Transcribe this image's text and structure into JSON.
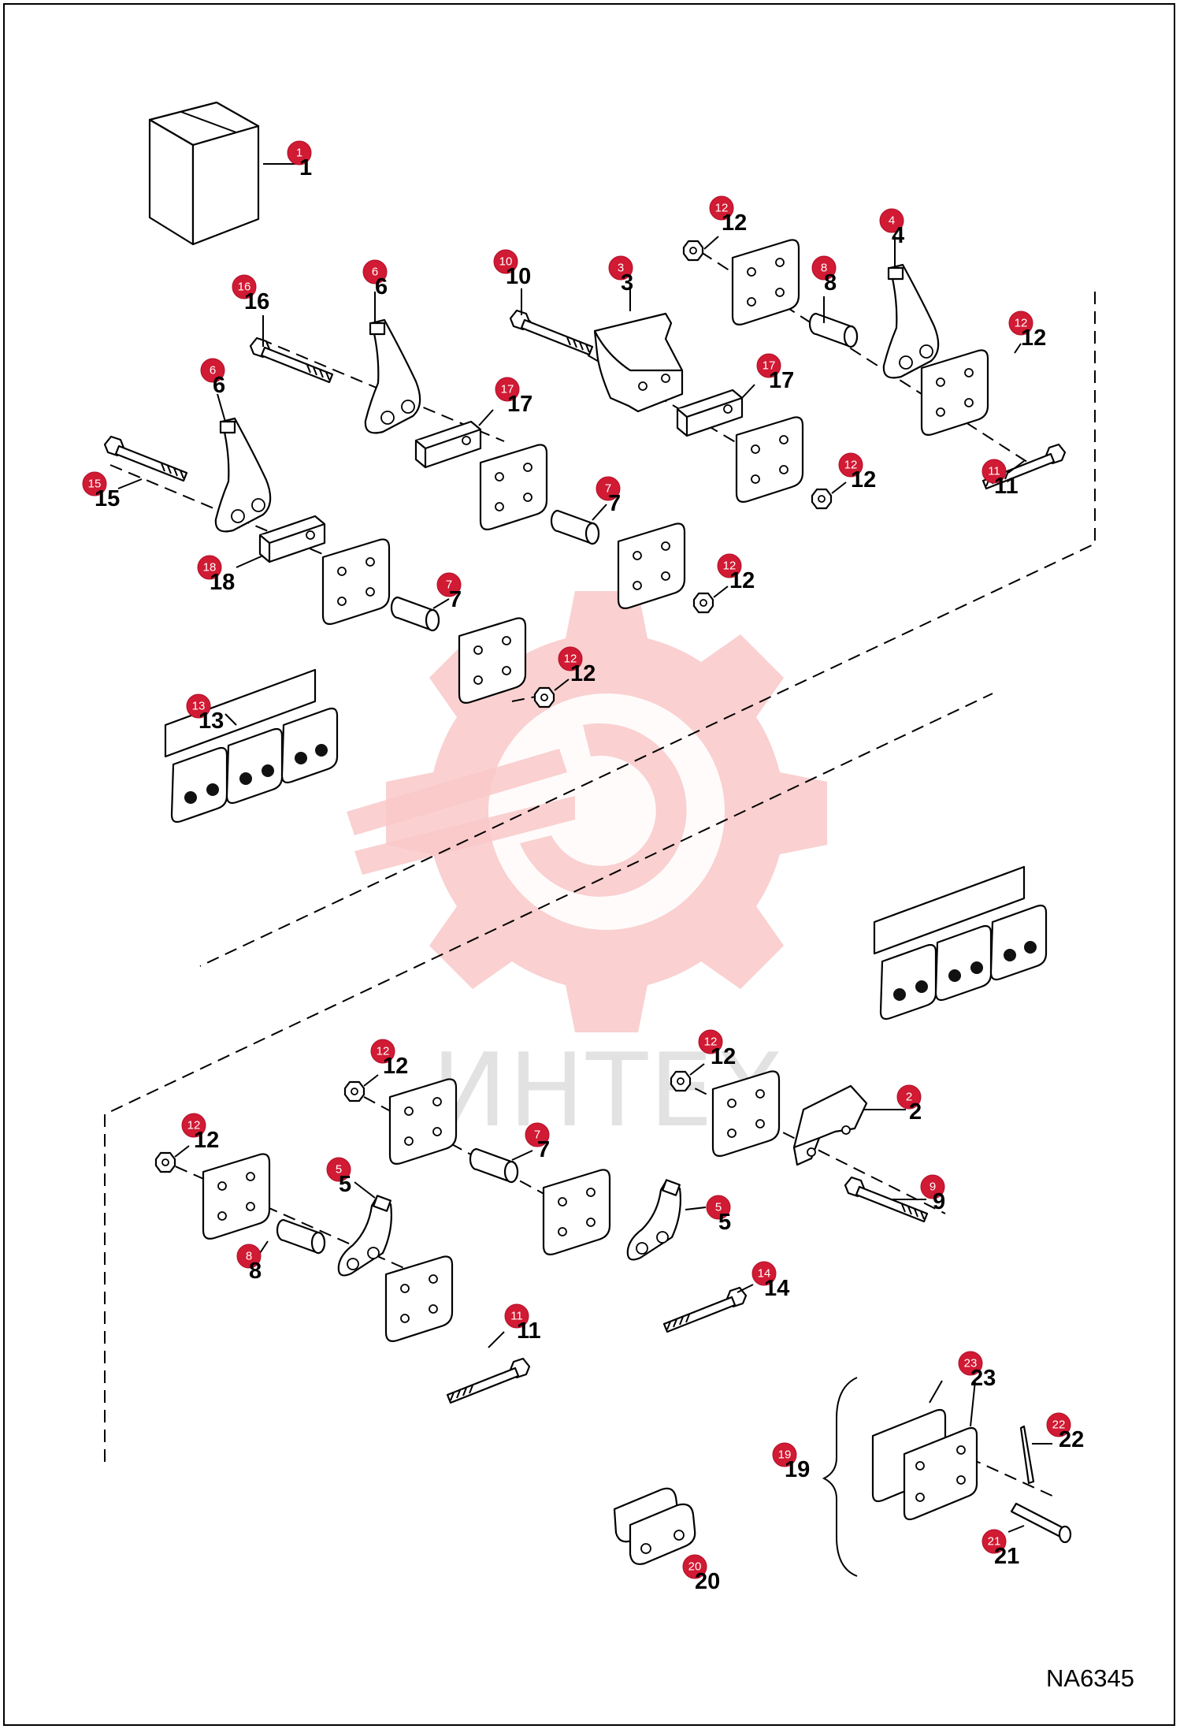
{
  "drawing_code": "NA6345",
  "watermark_text": "ИНТЕХ",
  "colors": {
    "callout_badge": "#d11a33",
    "watermark": "#f9c8c8",
    "line": "#000000"
  },
  "callouts": [
    {
      "id": "c1",
      "badge": "1",
      "label": "1"
    },
    {
      "id": "c2",
      "badge": "2",
      "label": "2"
    },
    {
      "id": "c3",
      "badge": "3",
      "label": "3"
    },
    {
      "id": "c4",
      "badge": "4",
      "label": "4"
    },
    {
      "id": "c5a",
      "badge": "5",
      "label": "5"
    },
    {
      "id": "c5b",
      "badge": "5",
      "label": "5"
    },
    {
      "id": "c6a",
      "badge": "6",
      "label": "6"
    },
    {
      "id": "c6b",
      "badge": "6",
      "label": "6"
    },
    {
      "id": "c7a",
      "badge": "7",
      "label": "7"
    },
    {
      "id": "c7b",
      "badge": "7",
      "label": "7"
    },
    {
      "id": "c7c",
      "badge": "7",
      "label": "7"
    },
    {
      "id": "c8a",
      "badge": "8",
      "label": "8"
    },
    {
      "id": "c8b",
      "badge": "8",
      "label": "8"
    },
    {
      "id": "c9",
      "badge": "9",
      "label": "9"
    },
    {
      "id": "c10",
      "badge": "10",
      "label": "10"
    },
    {
      "id": "c11a",
      "badge": "11",
      "label": "11"
    },
    {
      "id": "c11b",
      "badge": "11",
      "label": "11"
    },
    {
      "id": "c12a",
      "badge": "12",
      "label": "12"
    },
    {
      "id": "c12b",
      "badge": "12",
      "label": "12"
    },
    {
      "id": "c12c",
      "badge": "12",
      "label": "12"
    },
    {
      "id": "c12d",
      "badge": "12",
      "label": "12"
    },
    {
      "id": "c12e",
      "badge": "12",
      "label": "12"
    },
    {
      "id": "c12f",
      "badge": "12",
      "label": "12"
    },
    {
      "id": "c12g",
      "badge": "12",
      "label": "12"
    },
    {
      "id": "c12h",
      "badge": "12",
      "label": "12"
    },
    {
      "id": "c13",
      "badge": "13",
      "label": "13"
    },
    {
      "id": "c14",
      "badge": "14",
      "label": "14"
    },
    {
      "id": "c15",
      "badge": "15",
      "label": "15"
    },
    {
      "id": "c16",
      "badge": "16",
      "label": "16"
    },
    {
      "id": "c17a",
      "badge": "17",
      "label": "17"
    },
    {
      "id": "c17b",
      "badge": "17",
      "label": "17"
    },
    {
      "id": "c18",
      "badge": "18",
      "label": "18"
    },
    {
      "id": "c19",
      "badge": "19",
      "label": "19"
    },
    {
      "id": "c20",
      "badge": "20",
      "label": "20"
    },
    {
      "id": "c21",
      "badge": "21",
      "label": "21"
    },
    {
      "id": "c22",
      "badge": "22",
      "label": "22"
    },
    {
      "id": "c23",
      "badge": "23",
      "label": "23"
    }
  ]
}
